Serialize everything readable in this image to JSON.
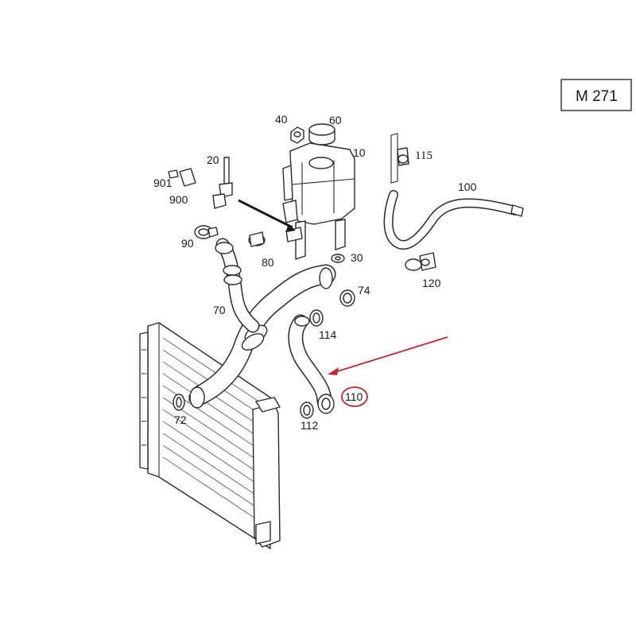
{
  "title_box": {
    "text": "M 271"
  },
  "labels": {
    "p40": "40",
    "p60": "60",
    "p10": "10",
    "p115": "115",
    "p20": "20",
    "p901": "901",
    "p900": "900",
    "p100": "100",
    "p90": "90",
    "p80": "80",
    "p30": "30",
    "p120": "120",
    "p74": "74",
    "p70": "70",
    "p114": "114",
    "p110": "110",
    "p72": "72",
    "p112": "112"
  },
  "colors": {
    "line": "#2a2a2a",
    "highlight": "#c0272d"
  }
}
